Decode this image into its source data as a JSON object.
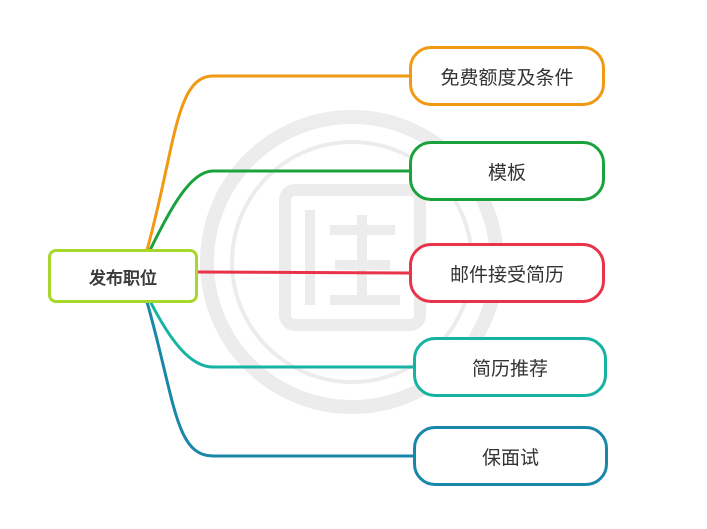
{
  "root": {
    "label": "发布职位",
    "color": "#a6d72a"
  },
  "branches": [
    {
      "label": "免费额度及条件",
      "color": "#ef9a12"
    },
    {
      "label": "模板",
      "color": "#1aa33c"
    },
    {
      "label": "邮件接受简历",
      "color": "#e8334a"
    },
    {
      "label": "简历推荐",
      "color": "#16b3a3"
    },
    {
      "label": "保面试",
      "color": "#1887a8"
    }
  ]
}
